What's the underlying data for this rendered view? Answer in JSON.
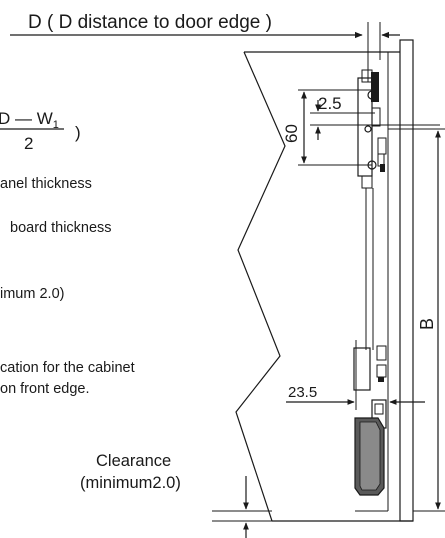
{
  "labels": {
    "d_distance": "D ( D distance to door edge )",
    "formula_num": "D — W",
    "formula_sub": "1",
    "formula_den": "2",
    "formula_close": ")",
    "panel_thickness": "anel thickness",
    "board_thickness": "board thickness",
    "minimum": "imum 2.0)",
    "location_line1": "cation for the cabinet",
    "location_line2": "on front  edge.",
    "clearance_line1": "Clearance",
    "clearance_line2": "(minimum2.0)",
    "dim_2_5": "2.5",
    "dim_60": "60",
    "dim_b": "B",
    "dim_23_5": "23.5"
  }
}
